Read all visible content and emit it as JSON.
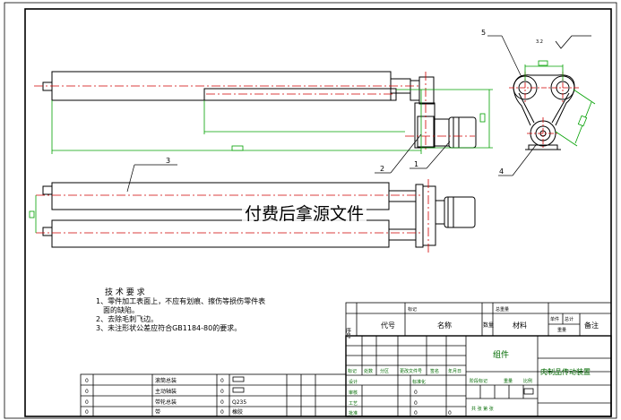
{
  "watermark": "付费后拿源文件",
  "callouts": {
    "c1": "1",
    "c2": "2",
    "c3": "3",
    "c4": "4",
    "c5": "5"
  },
  "dimensions": {
    "d_overall": "",
    "d_height": "",
    "d_end_a": "",
    "d_side": "",
    "d_side_w": ""
  },
  "technical_requirements": {
    "title": "技 术 要 求",
    "items": [
      "1、零件加工表面上，不应有划痕、擦伤等损伤零件表",
      "面的缺陷。",
      "2、去除毛刺飞边。",
      "3、未注形状公差应符合GB1184-80的要求。"
    ]
  },
  "parts_list": {
    "rows": [
      {
        "no": "0",
        "name": "滚筒总装",
        "qty": "0",
        "material": "",
        "weight": ""
      },
      {
        "no": "0",
        "name": "主动轴装",
        "qty": "0",
        "material": "",
        "weight": ""
      },
      {
        "no": "0",
        "name": "带轮总装",
        "qty": "0",
        "material": "Q235",
        "weight": ""
      },
      {
        "no": "0",
        "name": "带",
        "qty": "0",
        "material": "橡胶",
        "weight": ""
      }
    ]
  },
  "title_block": {
    "hdr_seq": "序号",
    "hdr_code": "代号",
    "hdr_name": "名称",
    "hdr_qty": "数量",
    "hdr_material": "材料",
    "hdr_unit": "单件",
    "hdr_total": "总计",
    "hdr_weight": "重量",
    "hdr_remark": "备注",
    "top_mark1": "标记",
    "top_mark2": "总重量",
    "component": "组件",
    "drawing_name": "肉制品传动装置",
    "rev_labels": [
      "标记",
      "处数",
      "分区",
      "更改文件号",
      "签名",
      "年月日"
    ],
    "sign_labels": [
      "设计",
      "审核",
      "工艺",
      "批准"
    ],
    "std_label": "标准化",
    "stage_labels": [
      "阶段标记",
      "重量",
      "比例"
    ],
    "sheet_label": "共 张 第 张",
    "side_codes": [
      "0",
      "0",
      "0",
      "0"
    ]
  }
}
